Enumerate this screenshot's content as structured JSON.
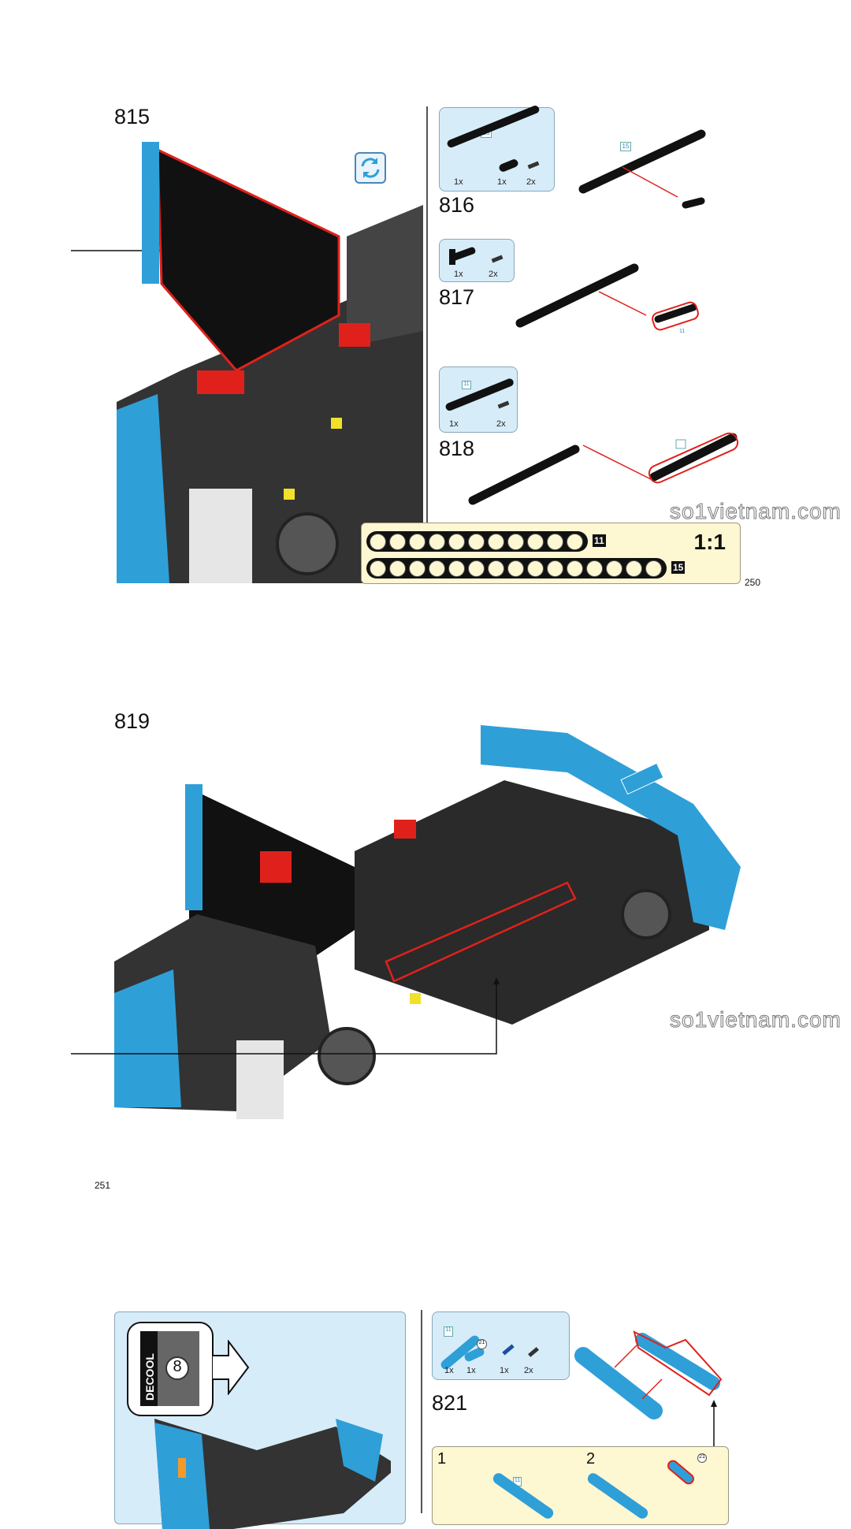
{
  "watermark": "so1vietnam.com",
  "page_250": {
    "step_main": "815",
    "steps": [
      {
        "number": "816",
        "parts": [
          {
            "qty": "1x",
            "tag": "15"
          },
          {
            "qty": "1x"
          },
          {
            "qty": "2x"
          }
        ],
        "model_tag": "15"
      },
      {
        "number": "817",
        "parts": [
          {
            "qty": "1x"
          },
          {
            "qty": "2x"
          }
        ]
      },
      {
        "number": "818",
        "parts": [
          {
            "qty": "1x",
            "tag": "11"
          },
          {
            "qty": "2x"
          }
        ],
        "model_tag": "11"
      }
    ],
    "ruler": {
      "scale": "1:1",
      "beam_a": "11",
      "beam_b": "15",
      "holes_a": 11,
      "holes_b": 15
    },
    "page_number": "250"
  },
  "page_251": {
    "step": "819",
    "page_number": "251"
  },
  "page_252": {
    "bag": {
      "brand": "DECOOL",
      "number": "8"
    },
    "step": "821",
    "parts": [
      {
        "qty": "1x",
        "tag": "11"
      },
      {
        "qty": "1x",
        "tag": "21"
      },
      {
        "qty": "1x"
      },
      {
        "qty": "2x"
      }
    ],
    "substeps": [
      "1",
      "2"
    ],
    "sub_tags": [
      "11",
      "21"
    ]
  },
  "colors": {
    "accent_red": "#e0211b",
    "part_blue": "#2f9fd8",
    "parts_bg": "#d6ecf9",
    "ruler_bg": "#fdf7d2"
  }
}
